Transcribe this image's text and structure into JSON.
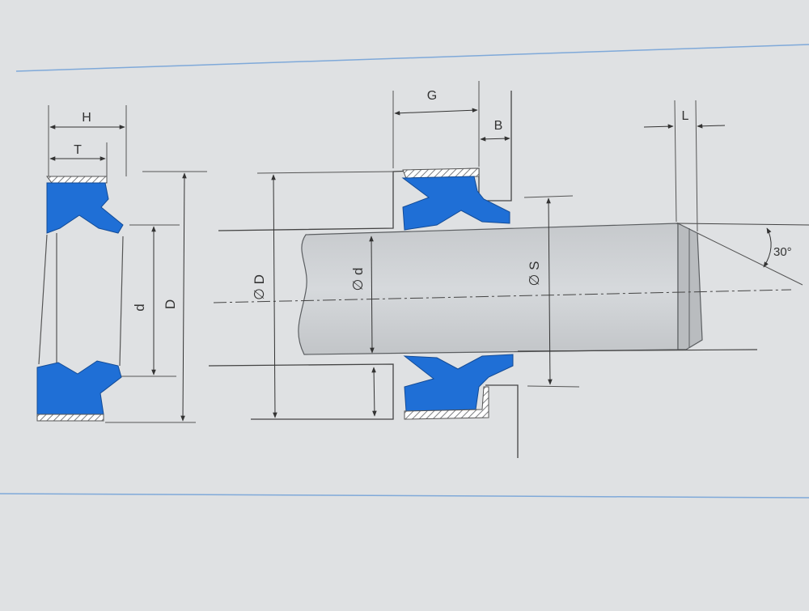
{
  "diagram": {
    "labels": {
      "H": "H",
      "T": "T",
      "d": "d",
      "D": "D",
      "G": "G",
      "B": "B",
      "L": "L",
      "bore_diameter": "∅ D",
      "rod_diameter": "∅ d",
      "seal_diameter": "∅ S",
      "chamfer_angle": "30°"
    },
    "colors": {
      "paper": "#dfe1e3",
      "seal": "#1f6fd6",
      "line": "#333333",
      "rule": "#7fa9d9",
      "rod": "#cfd2d5",
      "rod_edge": "#5b5e61",
      "hatch": "#7d7f82"
    }
  }
}
